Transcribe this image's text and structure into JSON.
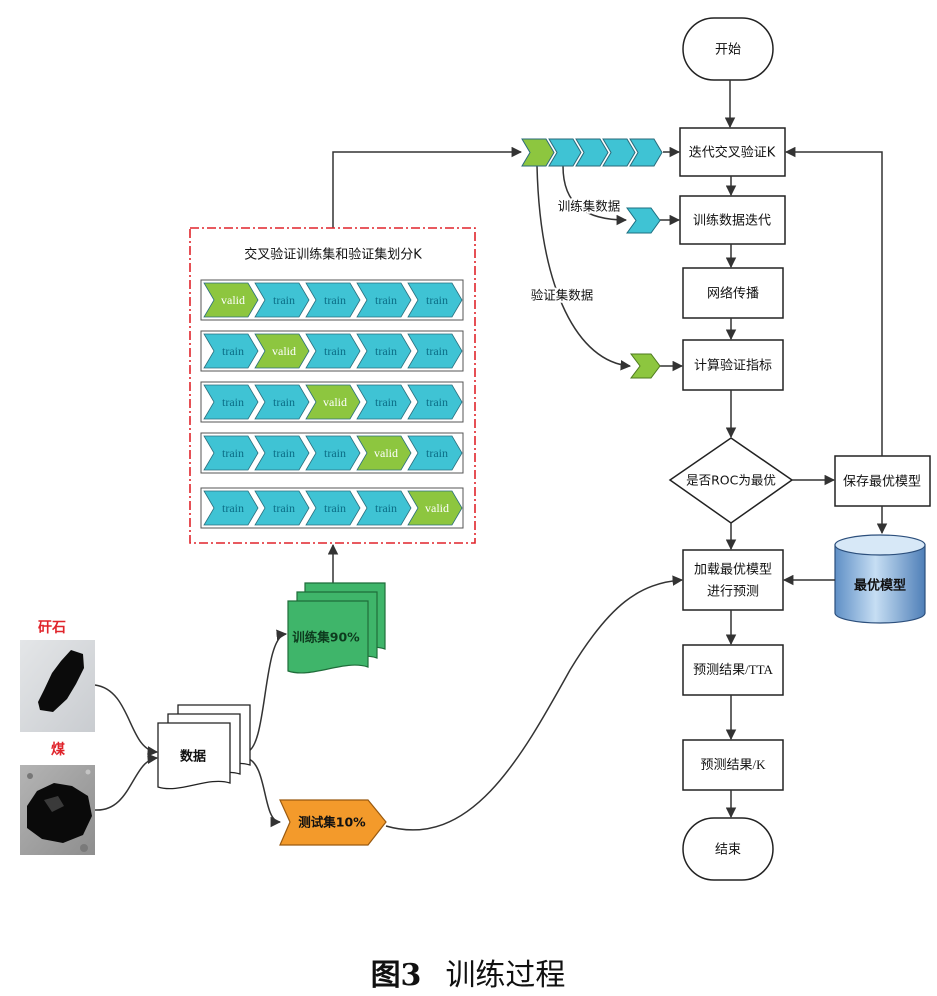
{
  "flow": {
    "start": "开始",
    "iterate_cv": "迭代交叉验证K",
    "train_iter": "训练数据迭代",
    "propagate": "网络传播",
    "compute_metrics": "计算验证指标",
    "decision": "是否ROC为最优",
    "save_best": "保存最优模型",
    "best_model": "最优模型",
    "load_predict": [
      "加载最优模型",
      "进行预测"
    ],
    "result_tta": "预测结果/TTA",
    "result_k": "预测结果/K",
    "end": "结束"
  },
  "edge_labels": {
    "train_data": "训练集数据",
    "valid_data": "验证集数据"
  },
  "cv_split": {
    "title": "交叉验证训练集和验证集划分K",
    "rows": [
      [
        "valid",
        "train",
        "train",
        "train",
        "train"
      ],
      [
        "train",
        "valid",
        "train",
        "train",
        "train"
      ],
      [
        "train",
        "train",
        "valid",
        "train",
        "train"
      ],
      [
        "train",
        "train",
        "train",
        "valid",
        "train"
      ],
      [
        "train",
        "train",
        "train",
        "train",
        "valid"
      ]
    ]
  },
  "data_flow": {
    "dataset": "数据",
    "train_set": "训练集90%",
    "test_set": "测试集10%"
  },
  "samples": {
    "gangue": "矸石",
    "coal": "煤"
  },
  "caption": {
    "number": "图3",
    "title": "训练过程"
  },
  "colors": {
    "train": "#3fc3d4",
    "valid": "#8dc63f",
    "train_text": "#0b6d86",
    "valid_text": "#ffffff",
    "split_border": "#e0242b",
    "train_set": "#3fb56a",
    "test_set": "#f39a2b",
    "sample_label": "#e0242b",
    "iteration_bar": [
      "#8dc63f",
      "#3fc3d4",
      "#3fc3d4",
      "#3fc3d4",
      "#3fc3d4"
    ]
  }
}
